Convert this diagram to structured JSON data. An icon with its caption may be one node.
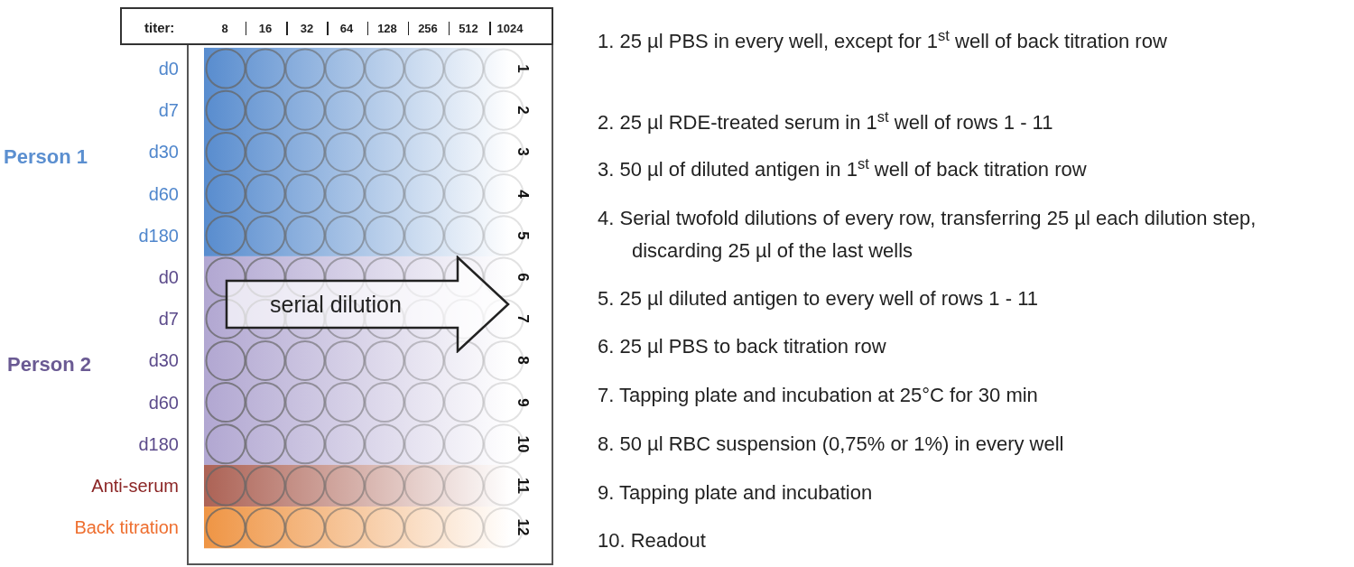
{
  "diagram": {
    "nodes": [
      {
        "text": [
          "serial dilution"
        ]
      }
    ],
    "labels": [
      "titer:",
      "8",
      "16",
      "32",
      "64",
      "128",
      "256",
      "512",
      "1024",
      "Person 1",
      "Person 2",
      "d0",
      "d7",
      "d30",
      "d60",
      "d180",
      "d0",
      "d7",
      "d30",
      "d60",
      "d180",
      "Anti-serum",
      "Back titration",
      "1",
      "2",
      "3",
      "4",
      "5",
      "6",
      "7",
      "8",
      "9",
      "10",
      "11",
      "12",
      "1. 25 µl PBS in every well, except for 1$^{st}$ well of back titration row",
      "2. 25 µl RDE-treated serum in 1$^{st}$ well of rows 1 - 11",
      "3. 50 µl of diluted antigen in 1$^{st}$ well of back titration row",
      "4. Serial twofold dilutions of every row, transferring 25 µl each dilution step, discarding 25 µl of the last wells",
      "5. 25 µl diluted antigen to every well of rows 1 - 11",
      "6. 25 µl PBS to back titration row",
      "7. Tapping plate and incubation at 25°C for 30 min",
      "8. 50 µl RBC suspension (0,75% or 1%) in every well",
      "9. Tapping plate and incubation",
      "10. Readout"
    ]
  }
}
